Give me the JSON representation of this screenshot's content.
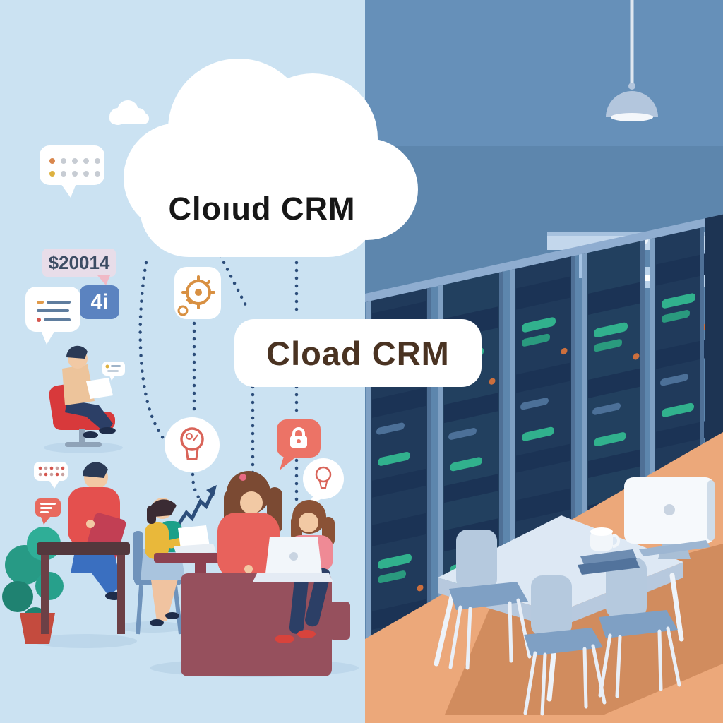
{
  "labels": {
    "cloud_title": "Cloıud CRM",
    "box_title": "Cload CRM",
    "price_tag": "$20014",
    "badge": "4i"
  },
  "icons": {
    "names": [
      "small-cloud-icon",
      "speech-bubble-dots-icon",
      "speech-bubble-list-icon",
      "gear-icon",
      "lightbulb-icon",
      "lock-icon",
      "idea-bulb-icon",
      "trend-up-arrow-icon",
      "apple-logo-icon",
      "pendant-lamp-icon",
      "ceiling-light-icon",
      "server-rack-icon",
      "plant-icon"
    ]
  },
  "colors": {
    "left_background": "#cbe2f2",
    "ceiling": "#6690b9",
    "wall": "#5d86ad",
    "floor": "#eca87a",
    "floor_shadow": "#d18c5e",
    "rack_body": "#203a5b",
    "rack_frame": "#7fa0c3",
    "status_green": "#31b18d",
    "status_orange": "#cc6f3d",
    "accent_coral": "#ec7366",
    "accent_red": "#d8393b",
    "badge_blue": "#5b83c0",
    "price_tag_bg": "#e8dde9",
    "cloud_white": "#ffffff",
    "title_dark": "#171717",
    "title_brown": "#4a3322",
    "dotted_line": "#2c4d7a"
  }
}
